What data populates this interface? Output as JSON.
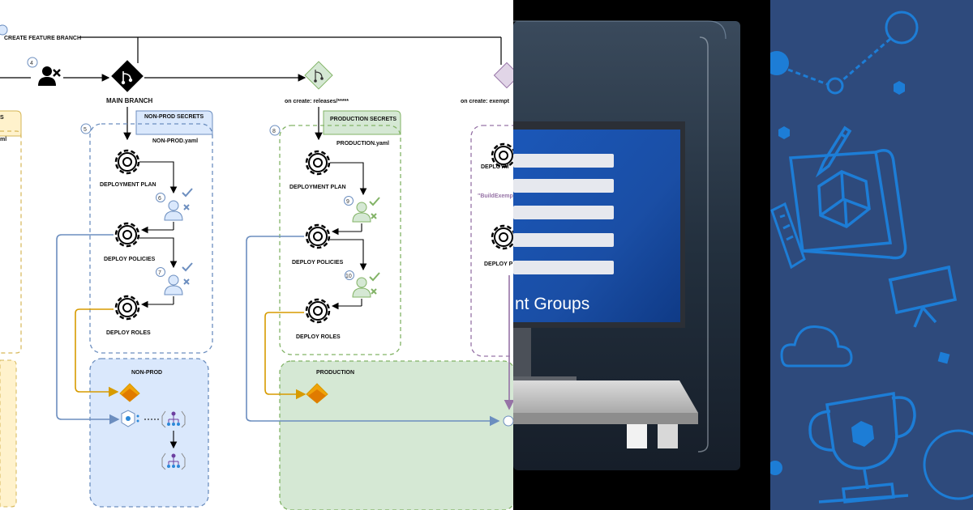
{
  "diagram": {
    "create_feature_branch": "CREATE FEATURE BRANCH",
    "main_branch": "MAIN BRANCH",
    "on_create_releases": "on create: releases/*****",
    "on_create_exempt": "on create: exempt",
    "left_yaml_partial": "ml",
    "left_secrets_partial": "S",
    "steps": {
      "s4": "4",
      "s5": "5",
      "s6": "6",
      "s7": "7",
      "s8": "8",
      "s9": "9",
      "s10": "10"
    },
    "nonprod_secrets": "NON-PROD SECRETS",
    "nonprod_yaml": "NON-PROD.yaml",
    "production_secrets": "PRODUCTION SECRETS",
    "production_yaml": "PRODUCTION.yaml",
    "deployment_plan": "DEPLOYMENT PLAN",
    "deploy_policies": "DEPLOY POLICIES",
    "deploy_roles": "DEPLOY ROLES",
    "deploym_partial": "DEPLOYM",
    "deploy_p_partial": "DEPLOY P",
    "build_exempt_partial": "\"BuildExemp",
    "nonprod_env": "NON-PROD",
    "production_env": "PRODUCTION",
    "colors": {
      "nonprod_blue": "#6c8ebf",
      "prod_green": "#82b366",
      "orange": "#d79b00",
      "purple": "#9673a6",
      "yellow": "#d6b656"
    }
  },
  "video": {
    "screen_text": "nt Groups"
  },
  "pattern": {
    "icons": [
      "network-nodes-icon",
      "hexagon-icon",
      "pencil-icon",
      "blueprint-icon",
      "cube-icon",
      "ruler-icon",
      "presentation-board-icon",
      "cloud-icon",
      "trophy-icon",
      "dot-icon"
    ]
  }
}
